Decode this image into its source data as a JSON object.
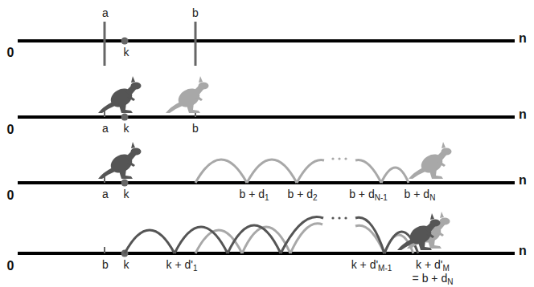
{
  "diagram": {
    "labels": [
      "0",
      "a",
      "k",
      "b",
      "n",
      "0",
      "a",
      "k",
      "b",
      "n",
      "0",
      "a",
      "k",
      "b + d1",
      "b + d2",
      "b + dN-1",
      "b + dN",
      "n",
      "0",
      "b",
      "k",
      "k + d'1",
      "k + d'M-1",
      "k + d'M",
      "= b + dN",
      "n"
    ]
  }
}
